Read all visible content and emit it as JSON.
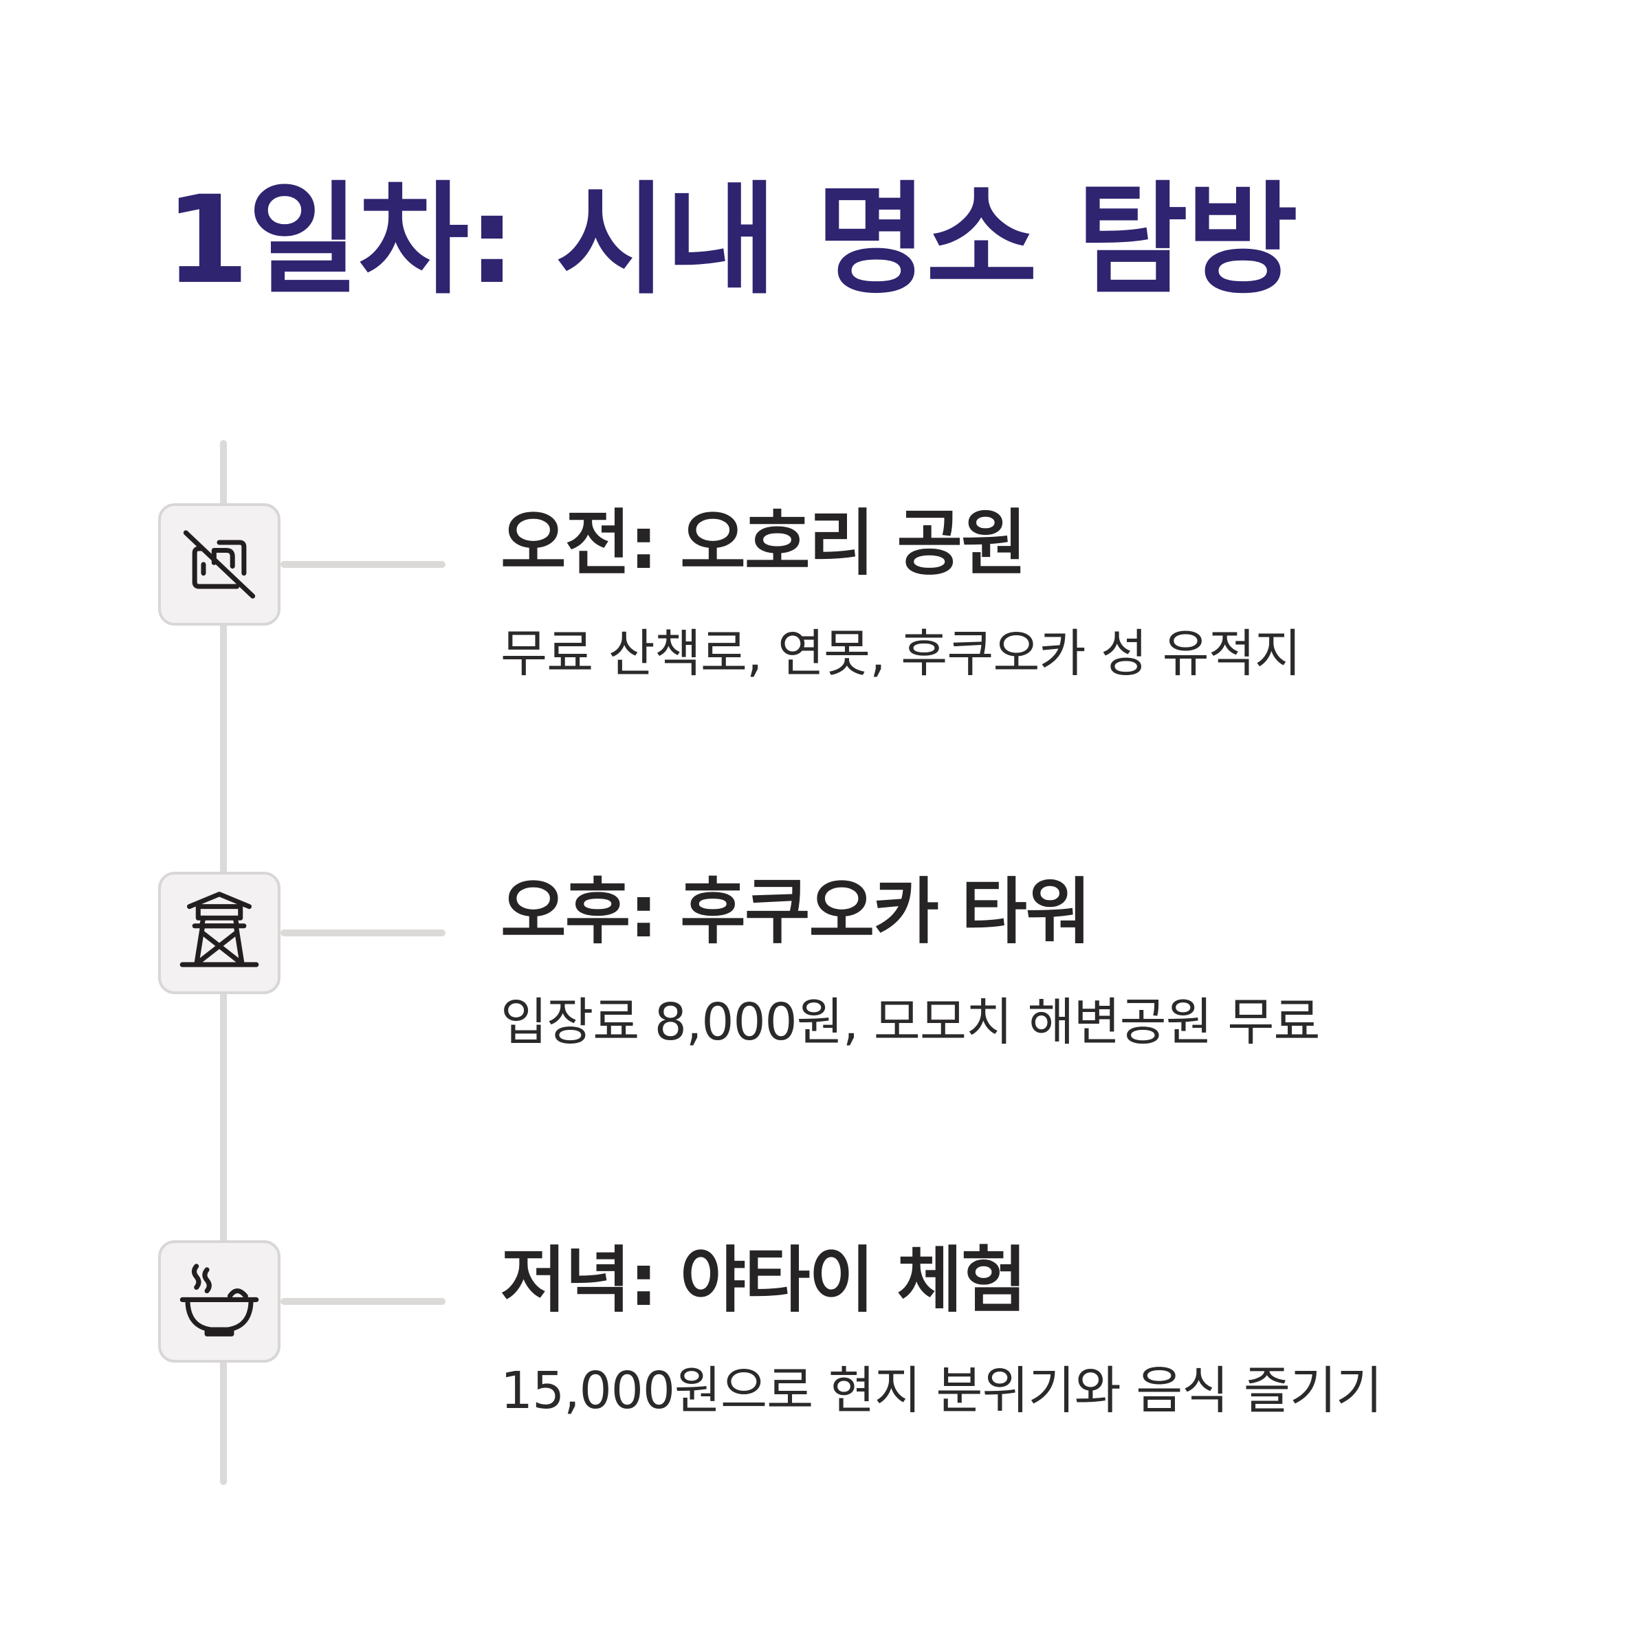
{
  "title": "1일차: 시내 명소 탐방",
  "colors": {
    "title": "#2e2470",
    "heading": "#262424",
    "text": "#2b2929",
    "line": "#dcd9d9",
    "icon_bg": "#f3f1f1",
    "icon_border": "#d9d6d6",
    "icon_stroke": "#231f20"
  },
  "items": [
    {
      "icon": "no-camera-icon",
      "heading": "오전: 오호리 공원",
      "description": "무료 산책로, 연못, 후쿠오카 성 유적지"
    },
    {
      "icon": "tower-icon",
      "heading": "오후: 후쿠오카 타워",
      "description": "입장료 8,000원, 모모치 해변공원 무료"
    },
    {
      "icon": "steaming-bowl-icon",
      "heading": "저녁: 야타이 체험",
      "description": "15,000원으로 현지 분위기와 음식 즐기기"
    }
  ]
}
